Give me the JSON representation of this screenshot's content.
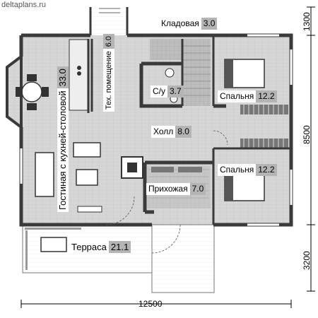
{
  "watermark": "deltaplans.ru",
  "rooms": {
    "storage": {
      "name": "Кладовая",
      "area": "3.0"
    },
    "tech": {
      "name": "Тех. помещение",
      "area": "6.0"
    },
    "wc": {
      "name": "С/у",
      "area": "3.7"
    },
    "bed1": {
      "name": "Спальня",
      "area": "12.2"
    },
    "living": {
      "name": "Гостиная с кухней-столовой",
      "area": "33.0"
    },
    "hall": {
      "name": "Холл",
      "area": "8.0"
    },
    "bed2": {
      "name": "Спальня",
      "area": "12.2"
    },
    "entry": {
      "name": "Прихожая",
      "area": "7.0"
    },
    "terrace": {
      "name": "Терраса",
      "area": "21.1"
    }
  },
  "dimensions": {
    "width": "12500",
    "depth_top": "1300",
    "depth_main": "8500",
    "depth_bottom": "3200"
  },
  "colors": {
    "wall": "#3a3a3a",
    "floor": "#d9d9d9",
    "area_badge": "#b4b4b4",
    "terrace_edge": "#ffffff"
  }
}
